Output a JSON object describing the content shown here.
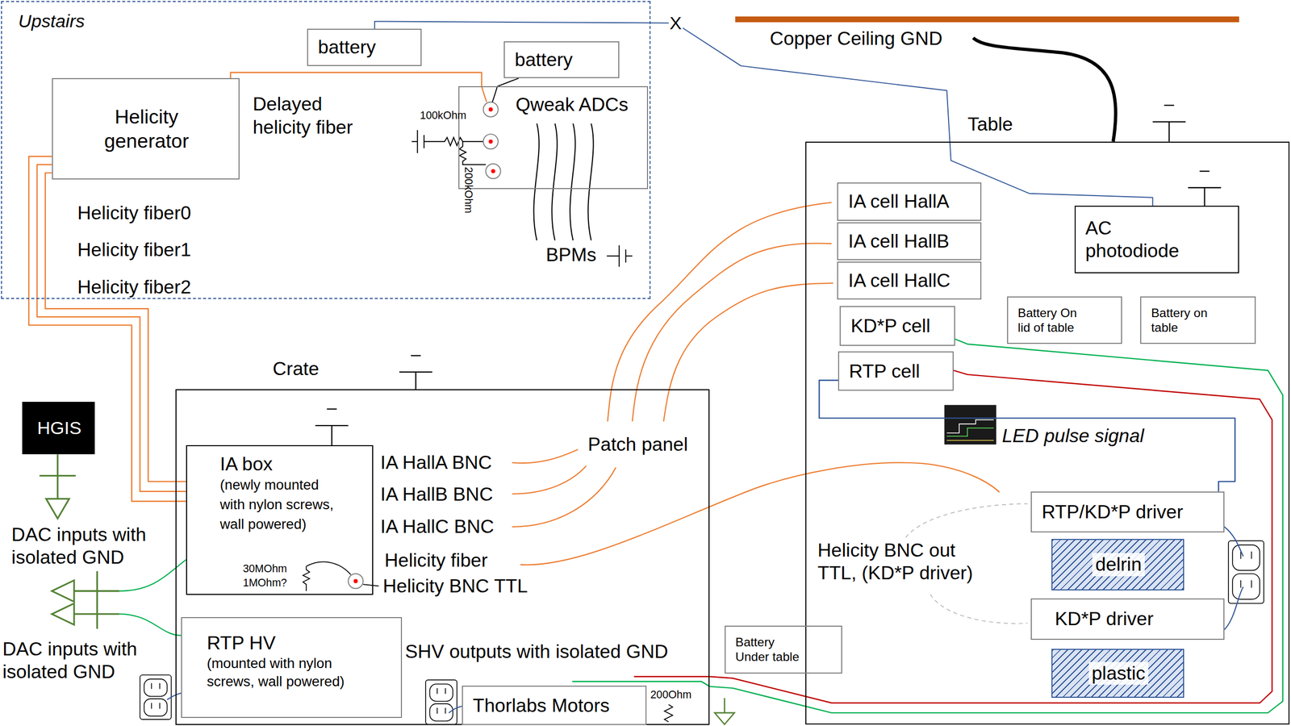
{
  "diagram": {
    "nodes": [
      {
        "text": [
          "Upstairs"
        ]
      },
      {
        "text": [
          "battery"
        ],
        "in": 0
      },
      {
        "text": [
          "Helicity generator"
        ],
        "in": 0
      },
      {
        "text": [
          "battery"
        ],
        "in": 0
      },
      {
        "text": [
          "Qweak ADCs"
        ],
        "in": 0
      },
      {
        "text": [
          "Table"
        ]
      },
      {
        "text": [
          "IA cell HallA"
        ],
        "in": 5
      },
      {
        "text": [
          "IA cell HallB"
        ],
        "in": 5
      },
      {
        "text": [
          "IA cell HallC"
        ],
        "in": 5
      },
      {
        "text": [
          "KD*P cell"
        ],
        "in": 5
      },
      {
        "text": [
          "RTP cell"
        ],
        "in": 5
      },
      {
        "text": [
          "AC photodiode"
        ],
        "in": 5
      },
      {
        "text": [
          "Battery On lid of table"
        ],
        "in": 5
      },
      {
        "text": [
          "Battery on table"
        ],
        "in": 5
      },
      {
        "text": [
          "RTP/KD*P driver"
        ],
        "in": 5
      },
      {
        "text": [
          "delrin"
        ],
        "in": 5
      },
      {
        "text": [
          "KD*P driver"
        ],
        "in": 5
      },
      {
        "text": [
          "plastic"
        ],
        "in": 5
      },
      {
        "text": [
          "HGIS"
        ]
      },
      {
        "text": [
          "Crate"
        ]
      },
      {
        "text": [
          "IA box",
          "(newly mounted with nylon screws, wall powered)"
        ],
        "in": 19
      },
      {
        "text": [
          "RTP HV",
          "(mounted with nylon screws, wall powered)"
        ],
        "in": 19
      },
      {
        "text": [
          "Thorlabs Motors"
        ],
        "in": 19
      },
      {
        "text": [
          "Battery Under table"
        ]
      }
    ],
    "edges": [
      {
        "from": 2,
        "to": 20,
        "arrow": "none"
      },
      {
        "from": 2,
        "to": 20,
        "arrow": "none"
      },
      {
        "from": 2,
        "to": 20,
        "arrow": "none"
      },
      {
        "from": 2,
        "to": 4,
        "arrow": "none"
      },
      {
        "from": 3,
        "to": 4,
        "arrow": "none"
      },
      {
        "from": 1,
        "to": 11,
        "arrow": "none"
      },
      {
        "from": 10,
        "to": 14,
        "arrow": "none"
      },
      {
        "from": 9,
        "to": 19,
        "arrow": "none"
      },
      {
        "from": 10,
        "to": 19,
        "arrow": "none"
      }
    ],
    "labels": [
      "Helicity fiber0",
      "Helicity fiber1",
      "Helicity fiber2",
      "Delayed helicity fiber",
      "100kOhm",
      "200kOhm",
      "BPMs",
      "X",
      "Copper Ceiling GND",
      "LED pulse signal",
      "Helicity BNC out TTL, (KD*P driver)",
      "Patch panel",
      "IA HallA BNC",
      "IA HallB BNC",
      "IA HallC BNC",
      "Helicity fiber",
      "Helicity BNC TTL",
      "30MOhm",
      "1MOhm?",
      "DAC inputs with isolated GND",
      "DAC inputs with isolated GND",
      "SHV outputs with isolated GND",
      "200Ohm"
    ]
  }
}
